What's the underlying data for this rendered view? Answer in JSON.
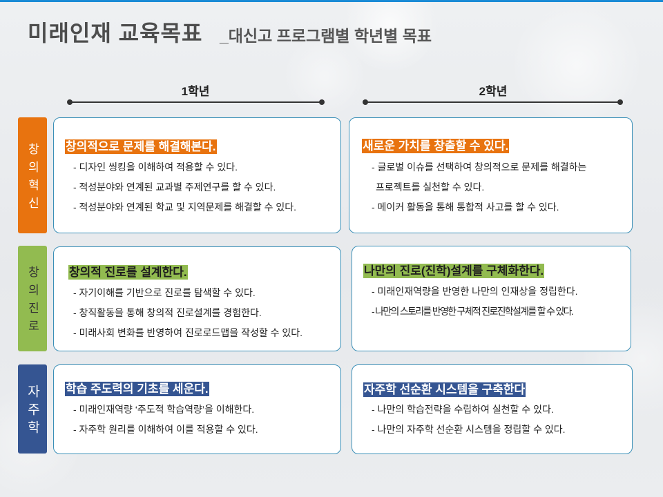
{
  "title": {
    "main": "미래인재 교육목표",
    "sub": "_대신고 프로그램별 학년별 목표"
  },
  "columns": [
    "1학년",
    "2학년"
  ],
  "rows": [
    {
      "label": "창의혁신",
      "color": "#e8730f",
      "cells": [
        {
          "heading": "창의적으로 문제를 해결해본다.",
          "lines": [
            "- 디자인 씽킹을 이해하여 적용할 수 있다.",
            "- 적성분야와 연계된 교과별 주제연구를 할 수 있다.",
            "- 적성분야와 연계된 학교 및 지역문제를 해결할 수 있다."
          ]
        },
        {
          "heading": "새로운 가치를 창출할 수 있다.",
          "lines": [
            "- 글로벌 이슈를 선택하여 창의적으로 문제를 해결하는",
            "프로젝트를 실천할 수 있다.",
            "- 메이커 활동을 통해 통합적 사고를 할 수 있다."
          ]
        }
      ]
    },
    {
      "label": "창의진로",
      "color": "#92bb50",
      "cells": [
        {
          "heading": "창의적 진로를 설계한다.",
          "lines": [
            "- 자기이해를 기반으로 진로를 탐색할 수 있다.",
            "- 창직활동을 통해 창의적 진로설계를 경험한다.",
            "- 미래사회 변화를 반영하여 진로로드맵을 작성할 수 있다."
          ]
        },
        {
          "heading": "나만의 진로(진학)설계를 구체화한다.",
          "lines": [
            "- 미래인재역량을 반영한 나만의 인재상을 정립한다.",
            "- 나만의 스토리를 반영한 구체적 진로진학설계를 할 수 있다."
          ]
        }
      ]
    },
    {
      "label": "자주학",
      "color": "#355592",
      "cells": [
        {
          "heading": "학습 주도력의 기초를 세운다.",
          "lines": [
            "- 미래인재역량 ‘주도적 학습역량’을 이해한다.",
            "- 자주학 원리를 이해하여 이를 적용할 수 있다."
          ]
        },
        {
          "heading": "자주학 선순환 시스템을 구축한다",
          "lines": [
            "- 나만의 학습전략을 수립하여 실천할 수 있다.",
            "- 나만의 자주학 선순환 시스템을 정립할 수 있다."
          ]
        }
      ]
    }
  ],
  "colors": {
    "top_accent": "#1a8bd6",
    "card_border": "#3a8fb7",
    "timeline": "#333333"
  }
}
